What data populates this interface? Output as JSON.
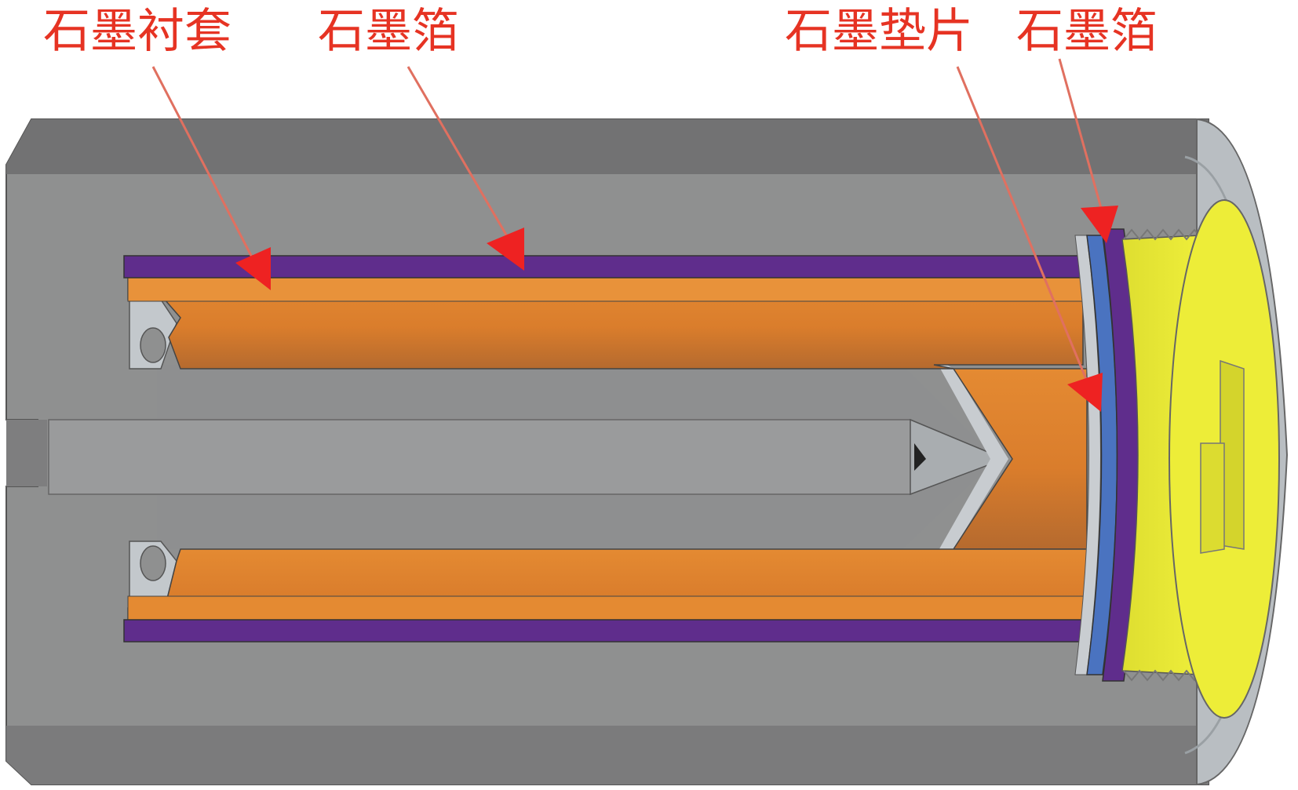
{
  "labels": {
    "lining": "石墨衬套",
    "foil_top": "石墨箔",
    "gasket": "石墨垫片",
    "foil_end": "石墨箔"
  },
  "colors": {
    "label_red": "#e63323",
    "arrow_red": "#ee2222",
    "housing_gray": "#8f9090",
    "housing_dark": "#6f6f70",
    "bore_light": "#c3c8cc",
    "orange_core": "#e0822e",
    "orange_dark": "#b06a30",
    "purple_foil": "#5f2d8c",
    "blue_gasket": "#4a73c0",
    "yellow_nut": "#e6e632",
    "yellow_dark": "#c8c82a"
  }
}
